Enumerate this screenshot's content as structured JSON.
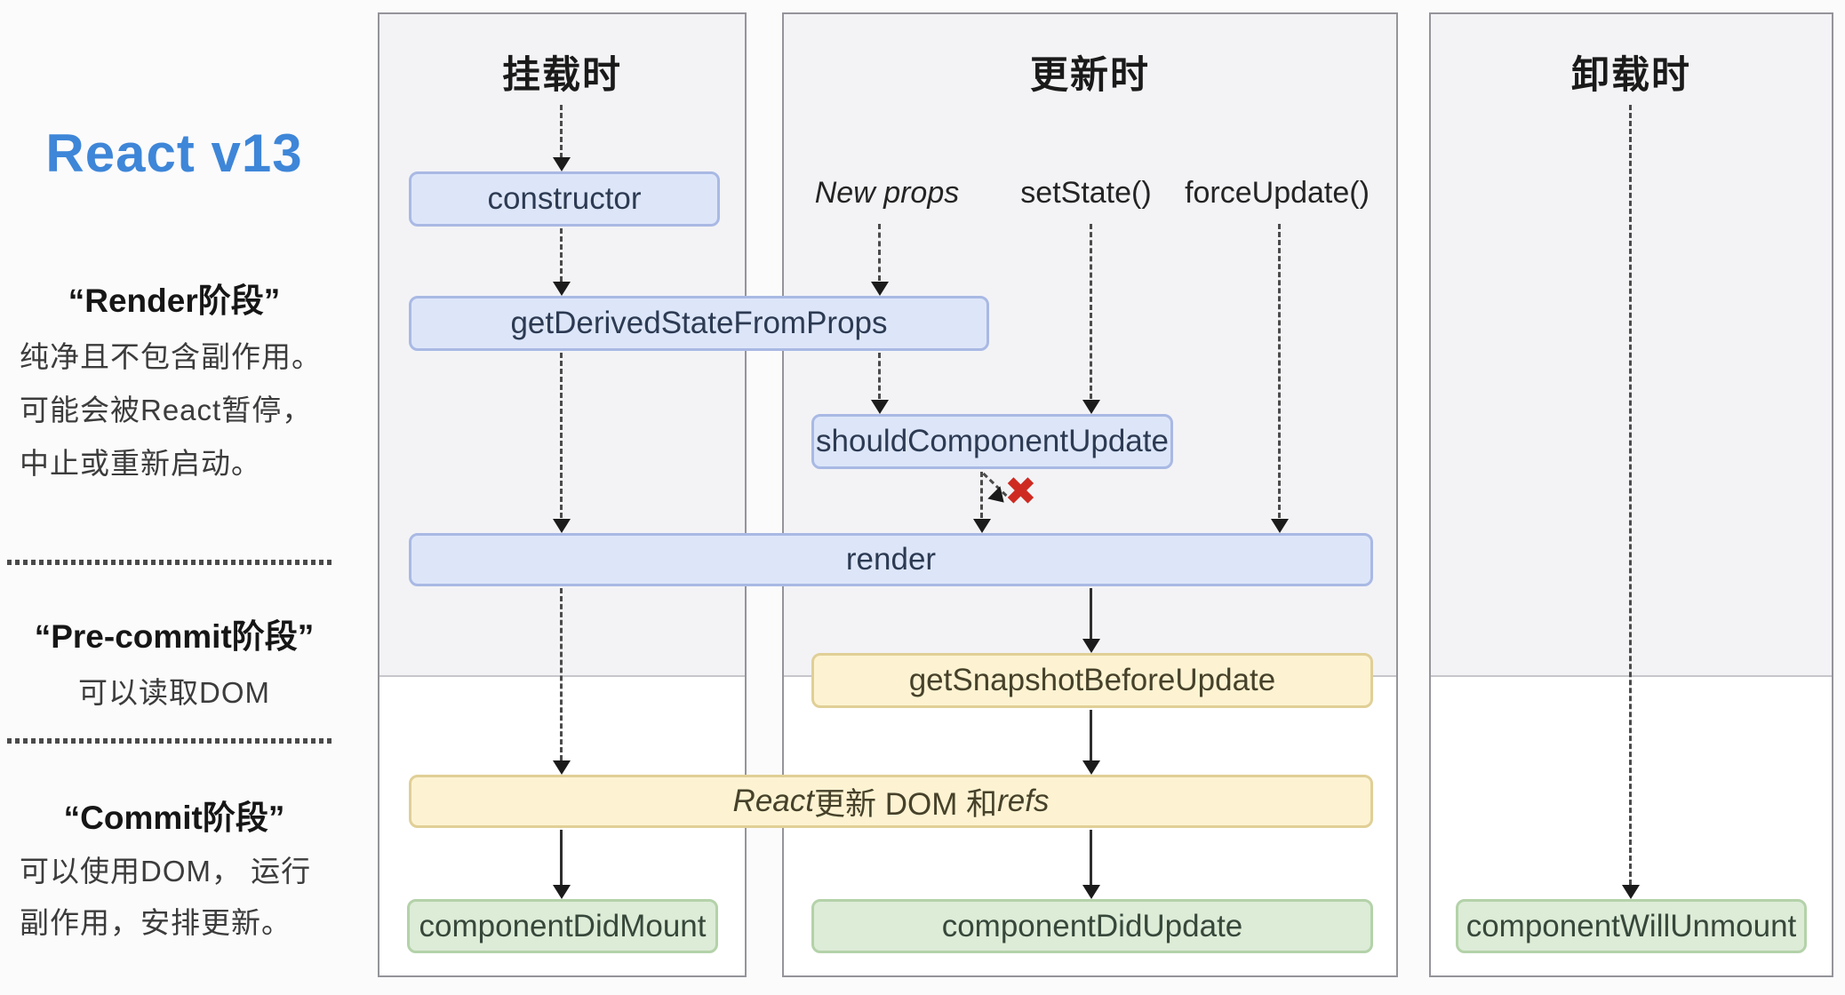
{
  "title": "React v13",
  "sidebar": {
    "render_phase": {
      "heading": "“Render阶段”",
      "lines": [
        "纯净且不包含副作用。",
        "可能会被React暂停，",
        "中止或重新启动。"
      ]
    },
    "pre_commit_phase": {
      "heading": "“Pre-commit阶段”",
      "lines": [
        "可以读取DOM"
      ]
    },
    "commit_phase": {
      "heading": "“Commit阶段”",
      "lines": [
        "可以使用DOM， 运行",
        "副作用，安排更新。"
      ]
    }
  },
  "columns": [
    {
      "header": "挂载时"
    },
    {
      "header": "更新时"
    },
    {
      "header": "卸载时"
    }
  ],
  "triggers": {
    "new_props": "New props",
    "set_state": "setState()",
    "force_update": "forceUpdate()"
  },
  "nodes": {
    "constructor": "constructor",
    "get_derived_state_from_props": "getDerivedStateFromProps",
    "should_component_update": "shouldComponentUpdate",
    "render": "render",
    "get_snapshot_before_update": "getSnapshotBeforeUpdate",
    "react_updates_dom": {
      "prefix_italic": "React",
      "middle": "更新 DOM 和 ",
      "suffix_italic": "refs"
    },
    "component_did_mount": "componentDidMount",
    "component_did_update": "componentDidUpdate",
    "component_will_unmount": "componentWillUnmount"
  },
  "annotations": {
    "skip_mark": "✖"
  },
  "colors": {
    "accent": "#3e86d8",
    "node_blue_bg": "#dde6f9",
    "node_blue_border": "#a9b9e4",
    "node_yellow_bg": "#fdf3d2",
    "node_yellow_border": "#e0cf96",
    "node_green_bg": "#dcecd7",
    "node_green_border": "#b4d2a9",
    "panel_render_bg": "#f3f3f6",
    "panel_commit_bg": "#ffffff",
    "panel_border": "#94949a",
    "skip_x": "#ce2a21"
  }
}
